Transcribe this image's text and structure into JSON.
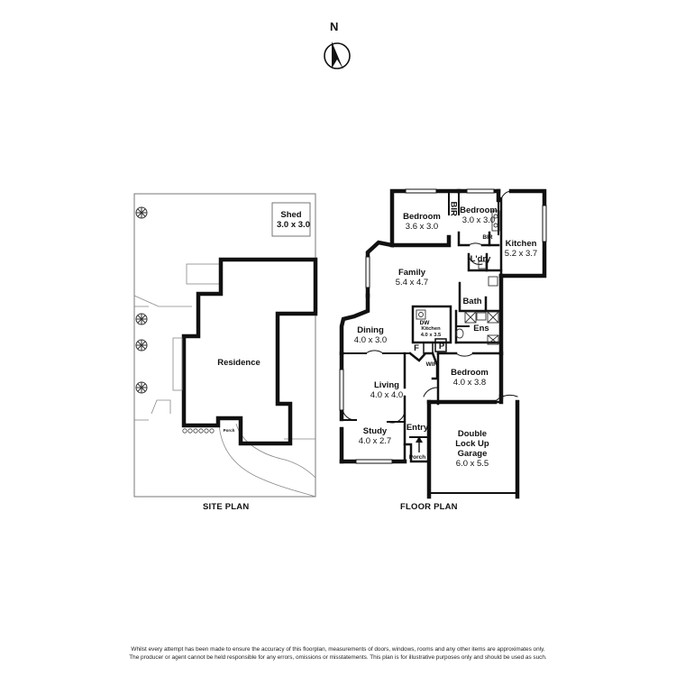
{
  "compass": {
    "label": "N"
  },
  "site_plan": {
    "caption": "SITE PLAN",
    "shed": {
      "name": "Shed",
      "dims": "3.0 x 3.0"
    },
    "residence": {
      "name": "Residence"
    },
    "porch_tag": "Porch"
  },
  "floor_plan": {
    "caption": "FLOOR PLAN",
    "rooms": {
      "bedroom2": {
        "name": "Bedroom",
        "dims": "3.6 x 3.0"
      },
      "bir": {
        "name": "BIR"
      },
      "bedroom3": {
        "name": "Bedroom",
        "dims": "3.0 x 3.0"
      },
      "bir2": {
        "name": "BIR"
      },
      "kitchen_ext": {
        "name": "Kitchen",
        "dims": "5.2 x 3.7"
      },
      "laundry": {
        "name": "L'dry"
      },
      "family": {
        "name": "Family",
        "dims": "5.4 x 4.7"
      },
      "bath": {
        "name": "Bath"
      },
      "dining": {
        "name": "Dining",
        "dims": "4.0 x 3.0"
      },
      "kitchen": {
        "name": "Kitchen",
        "dims": "4.0 x 3.5"
      },
      "dw": {
        "name": "DW"
      },
      "f": {
        "name": "F"
      },
      "p": {
        "name": "P"
      },
      "ens": {
        "name": "Ens"
      },
      "wir": {
        "name": "WIR"
      },
      "master": {
        "name": "Bedroom",
        "dims": "4.0 x 3.8"
      },
      "living": {
        "name": "Living",
        "dims": "4.0 x 4.0"
      },
      "study": {
        "name": "Study",
        "dims": "4.0 x 2.7"
      },
      "entry": {
        "name": "Entry"
      },
      "porch": {
        "name": "Porch"
      },
      "garage": {
        "name1": "Double",
        "name2": "Lock Up",
        "name3": "Garage",
        "dims": "6.0 x 5.5"
      }
    }
  },
  "disclaimer": {
    "line1": "Whilst every attempt has been made to ensure the accuracy of this floorplan, measurements of doors, windows, rooms and any other items are approximates only.",
    "line2": "The producer or agent cannot be held responsible for any errors, omissions or misstatements. This plan is for illustrative purposes only and should be used as such."
  }
}
